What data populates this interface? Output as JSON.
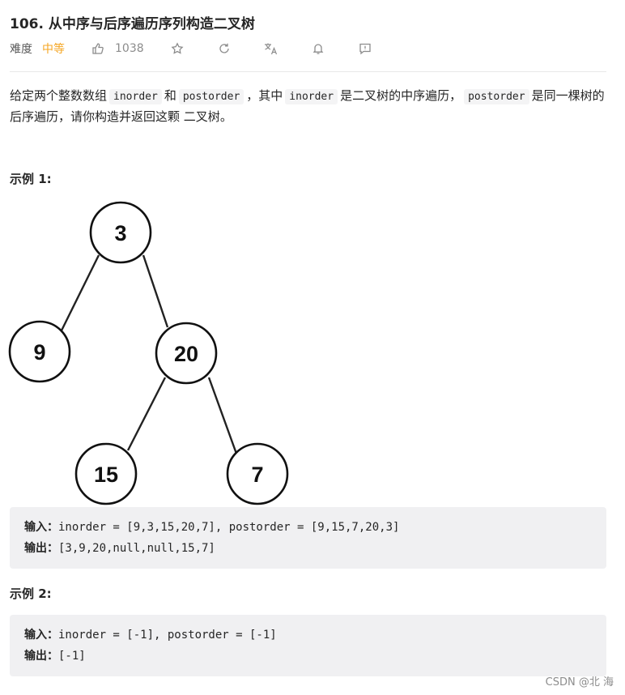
{
  "problem": {
    "title": "106. 从中序与后序遍历序列构造二叉树"
  },
  "meta": {
    "difficulty_label": "难度",
    "difficulty": "中等",
    "likes": "1038"
  },
  "description": {
    "p1": "给定两个整数数组",
    "code1": "inorder",
    "p2": "和",
    "code2": "postorder",
    "p3": "，其中",
    "code3": "inorder",
    "p4": "是二叉树的中序遍历，",
    "code4": "postorder",
    "p5": "是同一棵树的后序遍历，请你构造并返回这颗",
    "p6": "二叉树",
    "p7": "。"
  },
  "example1": {
    "title": "示例 1:",
    "tree_nodes": [
      "3",
      "9",
      "20",
      "15",
      "7"
    ],
    "input_label": "输入：",
    "input": "inorder = [9,3,15,20,7], postorder = [9,15,7,20,3]",
    "output_label": "输出：",
    "output": "[3,9,20,null,null,15,7]"
  },
  "example2": {
    "title": "示例 2:",
    "input_label": "输入：",
    "input": "inorder = [-1], postorder = [-1]",
    "output_label": "输出：",
    "output": "[-1]"
  },
  "watermark": "CSDN @北    海",
  "colors": {
    "difficulty_medium": "#f5a623",
    "code_bg": "#f0f0f2"
  }
}
